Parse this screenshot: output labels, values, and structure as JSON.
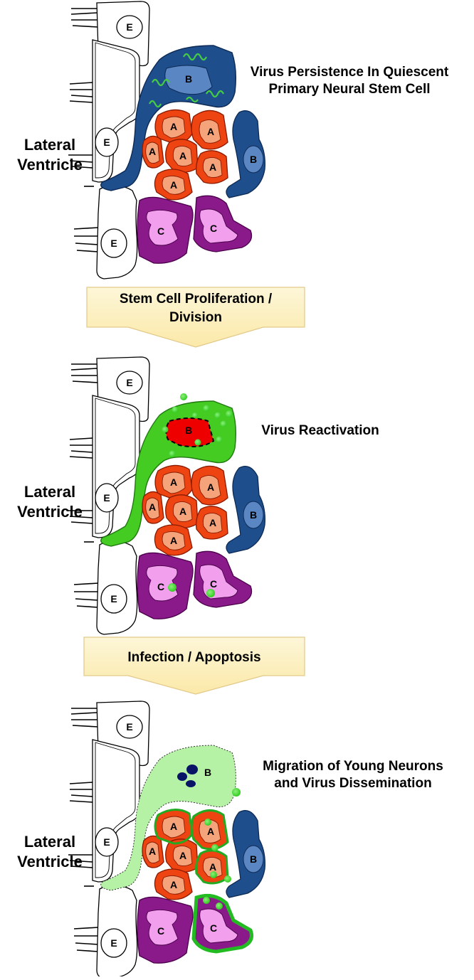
{
  "panels": [
    {
      "side_label_line1": "Lateral",
      "side_label_line2": "Ventricle",
      "caption_line1": "Virus Persistence In Quiescent",
      "caption_line2": "Primary Neural Stem Cell"
    },
    {
      "side_label_line1": "Lateral",
      "side_label_line2": "Ventricle",
      "caption_line1": "Virus Reactivation",
      "caption_line2": ""
    },
    {
      "side_label_line1": "Lateral",
      "side_label_line2": "Ventricle",
      "caption_line1": "Migration of Young Neurons",
      "caption_line2": "and Virus Dissemination"
    }
  ],
  "transitions": [
    {
      "line1": "Stem Cell Proliferation /",
      "line2": "Division"
    },
    {
      "line1": "Infection / Apoptosis",
      "line2": ""
    }
  ],
  "cell_letters": {
    "ependymal": "E",
    "stem": "B",
    "neuroblast": "A",
    "transit": "C"
  },
  "colors": {
    "stem_quiescent": "#1f4e8c",
    "stem_nucleus": "#5a86c4",
    "stem_infected": "#44cc22",
    "stem_lysed": "#b6f2a6",
    "nucleus_reactivated": "#ee0000",
    "virus_particle": "#44dd33",
    "viral_genome": "#44cc44",
    "neuroblast": "#ee4411",
    "neuroblast_nucleus": "#f5a37a",
    "transit": "#8a1a8a",
    "transit_nucleus": "#f2a0ee",
    "ependymal": "#ffffff",
    "arrow_fill": "#fdf3c8",
    "fragment": "#0a1466"
  }
}
